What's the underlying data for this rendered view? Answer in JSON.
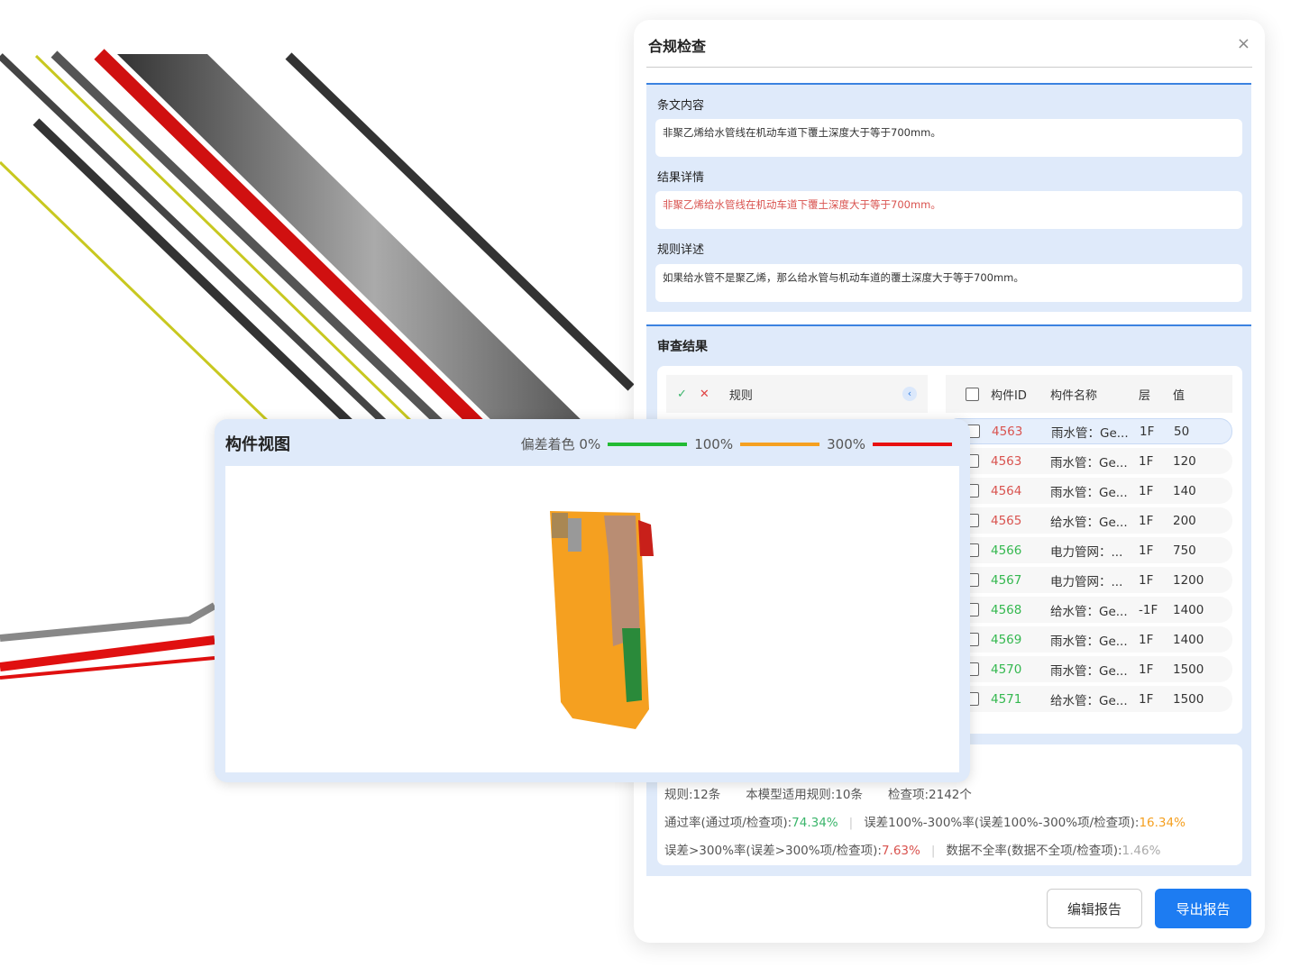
{
  "dialog": {
    "title": "合规检查",
    "close_icon": "×",
    "clause_label": "条文内容",
    "clause_text": "非聚乙烯给水管线在机动车道下覆土深度大于等于700mm。",
    "result_label": "结果详情",
    "result_text": "非聚乙烯给水管线在机动车道下覆土深度大于等于700mm。",
    "rule_label": "规则详述",
    "rule_text": "如果给水管不是聚乙烯，那么给水管与机动车道的覆土深度大于等于700mm。",
    "review_title": "审查结果",
    "rule_header": {
      "check": "✓",
      "cross": "✕",
      "label": "规则",
      "chevron": "‹"
    },
    "columns": {
      "id": "构件ID",
      "name": "构件名称",
      "floor": "层",
      "value": "值"
    },
    "rows": [
      {
        "id": "4563",
        "name": "雨水管：Ge...",
        "floor": "1F",
        "value": "50",
        "status": "fail"
      },
      {
        "id": "4563",
        "name": "雨水管：Ge...",
        "floor": "1F",
        "value": "120",
        "status": "fail"
      },
      {
        "id": "4564",
        "name": "雨水管：Ge...",
        "floor": "1F",
        "value": "140",
        "status": "fail"
      },
      {
        "id": "4565",
        "name": "给水管：Ge...",
        "floor": "1F",
        "value": "200",
        "status": "fail"
      },
      {
        "id": "4566",
        "name": "电力管网：...",
        "floor": "1F",
        "value": "750",
        "status": "pass"
      },
      {
        "id": "4567",
        "name": "电力管网：...",
        "floor": "1F",
        "value": "1200",
        "status": "pass"
      },
      {
        "id": "4568",
        "name": "给水管：Ge...",
        "floor": "-1F",
        "value": "1400",
        "status": "pass"
      },
      {
        "id": "4569",
        "name": "雨水管：Ge...",
        "floor": "1F",
        "value": "1400",
        "status": "pass"
      },
      {
        "id": "4570",
        "name": "雨水管：Ge...",
        "floor": "1F",
        "value": "1500",
        "status": "pass"
      },
      {
        "id": "4571",
        "name": "给水管：Ge...",
        "floor": "1F",
        "value": "1500",
        "status": "pass"
      }
    ],
    "stats": {
      "rules": "规则:12条",
      "applicable": "本模型适用规则:10条",
      "items": "检查项:2142个",
      "pass_label": "通过率(通过项/检查项):",
      "pass_value": "74.34%",
      "mid_label": "误差100%-300%率(误差100%-300%项/检查项):",
      "mid_value": "16.34%",
      "high_label": "误差>300%率(误差>300%项/检查项):",
      "high_value": "7.63%",
      "incomplete_label": "数据不全率(数据不全项/检查项):",
      "incomplete_value": "1.46%"
    },
    "edit_button": "编辑报告",
    "export_button": "导出报告"
  },
  "view": {
    "title": "构件视图",
    "legend_label": "偏差着色",
    "stops": [
      "0%",
      "100%",
      "300%"
    ],
    "colors": [
      "#22bb33",
      "#f5a020",
      "#e81010"
    ]
  }
}
